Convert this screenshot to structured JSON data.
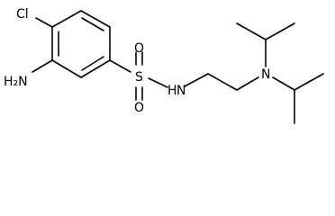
{
  "structure": {
    "atom_labels": {
      "cl": "Cl",
      "nh2": "H₂N",
      "s": "S",
      "o_top": "O",
      "o_bottom": "O",
      "nh": "N",
      "nh_h": "H",
      "n_amine": "N"
    },
    "line_color": "#000000"
  }
}
